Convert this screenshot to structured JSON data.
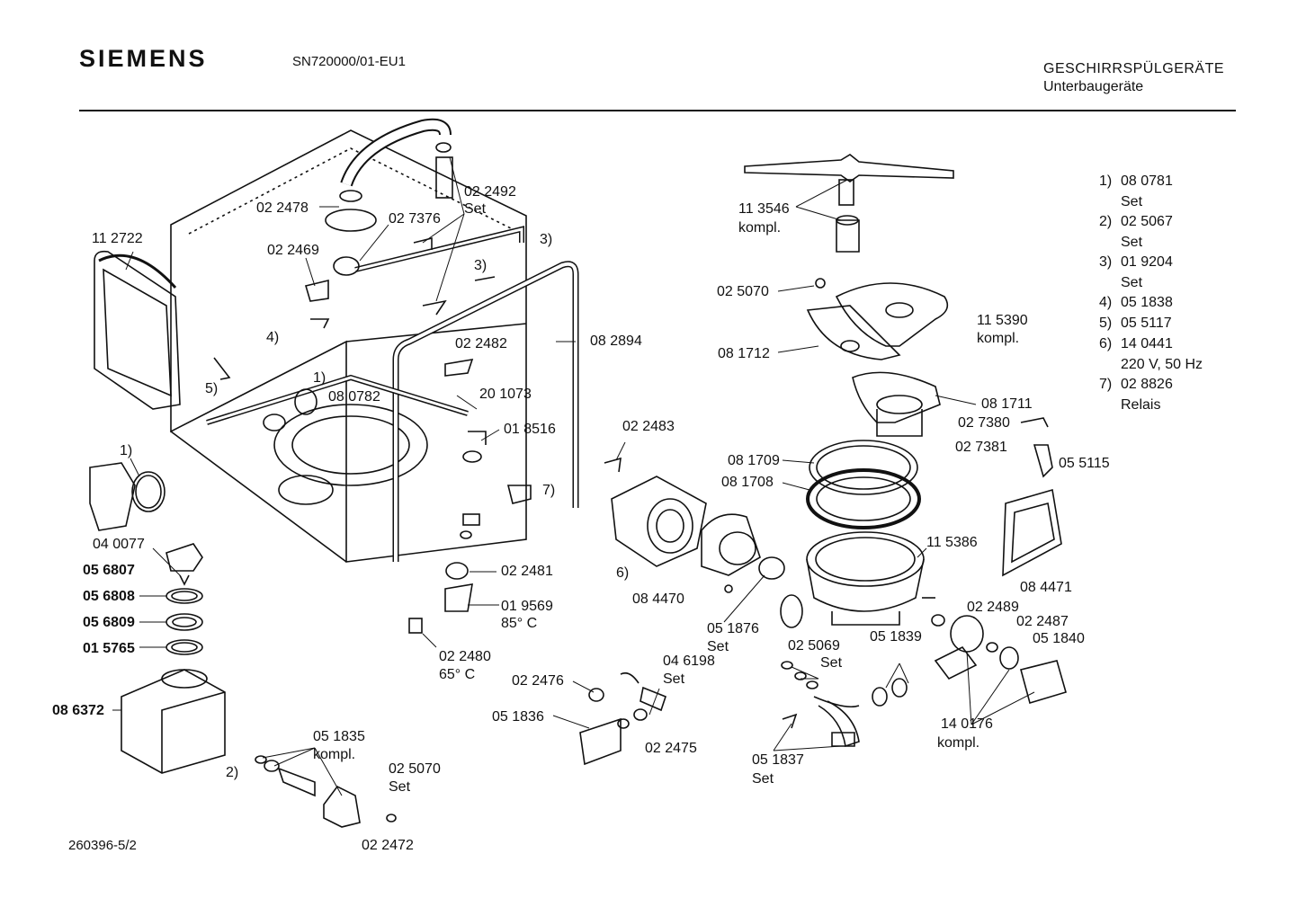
{
  "header": {
    "brand": "SIEMENS",
    "model": "SN720000/01-EU1",
    "category": "GESCHIRRSPÜLGERÄTE",
    "subcategory": "Unterbaugeräte"
  },
  "footer": {
    "doc_number": "260396-5/2"
  },
  "labels": {
    "l_112722": "11 2722",
    "l_022478": "02 2478",
    "l_022492": "02 2492",
    "l_022492_set": "Set",
    "l_027376": "02 7376",
    "l_022469": "02 2469",
    "l_3a": "3)",
    "l_3b": "3)",
    "l_4": "4)",
    "l_5": "5)",
    "l_1a": "1)",
    "l_080782": "08 0782",
    "l_082894": "08 2894",
    "l_022482": "02 2482",
    "l_201073": "20 1073",
    "l_018516": "01 8516",
    "l_7": "7)",
    "l_1b": "1)",
    "l_040077": "04 0077",
    "l_056807": "05 6807",
    "l_056808": "05 6808",
    "l_056809": "05 6809",
    "l_015765": "01 5765",
    "l_086372": "08 6372",
    "l_022481": "02 2481",
    "l_019569": "01 9569",
    "l_019569_t": "85° C",
    "l_022480": "02 2480",
    "l_022480_t": "65° C",
    "l_022476": "02 2476",
    "l_051836": "05 1836",
    "l_046198": "04 6198",
    "l_046198_set": "Set",
    "l_022475": "02 2475",
    "l_051835": "05 1835",
    "l_051835_k": "kompl.",
    "l_2": "2)",
    "l_025070b": "02 5070",
    "l_025070b_set": "Set",
    "l_022472": "02 2472",
    "l_022483": "02 2483",
    "l_6": "6)",
    "l_084470": "08 4470",
    "l_051876": "05 1876",
    "l_051876_set": "Set",
    "l_113546": "11 3546",
    "l_113546_k": "kompl.",
    "l_025070": "02 5070",
    "l_115390": "11 5390",
    "l_115390_k": "kompl.",
    "l_081712": "08 1712",
    "l_081711": "08 1711",
    "l_027380": "02 7380",
    "l_027381": "02 7381",
    "l_055115": "05 5115",
    "l_081709": "08 1709",
    "l_081708": "08 1708",
    "l_115386": "11 5386",
    "l_084471": "08 4471",
    "l_022489": "02 2489",
    "l_022487": "02 2487",
    "l_051839": "05 1839",
    "l_051840": "05 1840",
    "l_025069": "02 5069",
    "l_025069_set": "Set",
    "l_140176": "14 0176",
    "l_140176_k": "kompl.",
    "l_051837": "05 1837",
    "l_051837_set": "Set"
  },
  "legend": [
    {
      "key": "1)",
      "part": "08 0781",
      "note": "Set"
    },
    {
      "key": "2)",
      "part": "02 5067",
      "note": "Set"
    },
    {
      "key": "3)",
      "part": "01 9204",
      "note": "Set"
    },
    {
      "key": "4)",
      "part": "05 1838",
      "note": ""
    },
    {
      "key": "5)",
      "part": "05 5117",
      "note": ""
    },
    {
      "key": "6)",
      "part": "14 0441",
      "note": "220 V, 50 Hz"
    },
    {
      "key": "7)",
      "part": "02 8826",
      "note": "Relais"
    }
  ]
}
